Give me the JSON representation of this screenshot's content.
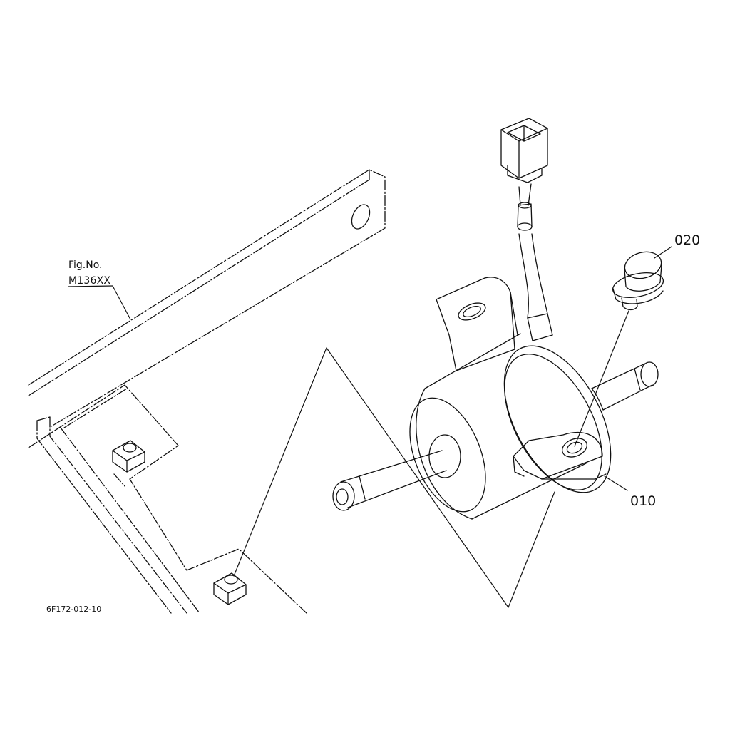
{
  "figure_reference": {
    "label": "Fig.No.",
    "number": "M136XX"
  },
  "callouts": [
    {
      "id": "010",
      "text": "010"
    },
    {
      "id": "020",
      "text": "020"
    }
  ],
  "drawing_code": "6F172-012-10",
  "colors": {
    "line": "#111111",
    "background": "#ffffff"
  }
}
